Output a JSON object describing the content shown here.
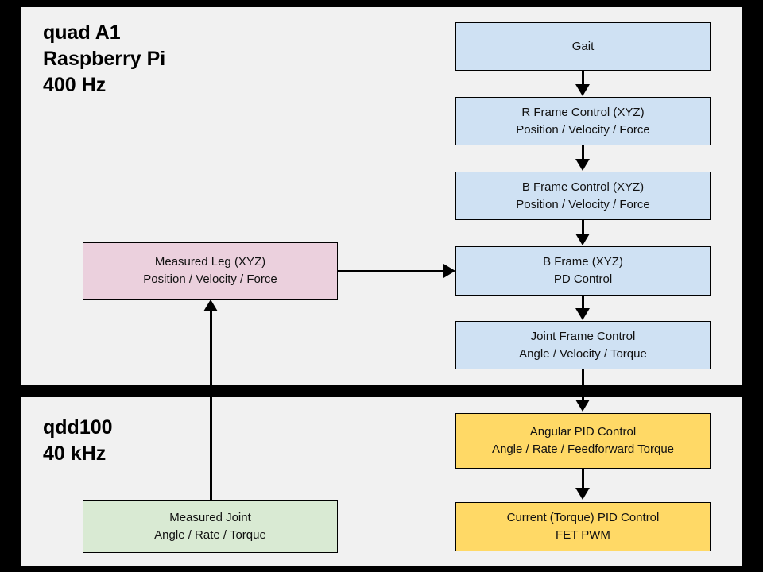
{
  "panels": {
    "top": {
      "title": "quad A1\nRaspberry Pi\n400 Hz",
      "title_lines": [
        "quad A1",
        "Raspberry Pi",
        "400 Hz"
      ]
    },
    "bottom": {
      "title": "qdd100\n40 kHz",
      "title_lines": [
        "qdd100",
        "40 kHz"
      ]
    }
  },
  "boxes": {
    "gait": {
      "line1": "Gait",
      "line2": "",
      "color": "#cfe1f3"
    },
    "r_frame_control": {
      "line1": "R Frame Control (XYZ)",
      "line2": "Position / Velocity / Force",
      "color": "#cfe1f3"
    },
    "b_frame_control": {
      "line1": "B Frame Control (XYZ)",
      "line2": "Position / Velocity / Force",
      "color": "#cfe1f3"
    },
    "b_frame_pd": {
      "line1": "B Frame (XYZ)",
      "line2": "PD Control",
      "color": "#cfe1f3"
    },
    "joint_frame": {
      "line1": "Joint Frame Control",
      "line2": "Angle / Velocity / Torque",
      "color": "#cfe1f3"
    },
    "angular_pid": {
      "line1": "Angular PID Control",
      "line2": "Angle / Rate / Feedforward Torque",
      "color": "#ffd966"
    },
    "current_pid": {
      "line1": "Current (Torque) PID Control",
      "line2": "FET PWM",
      "color": "#ffd966"
    },
    "measured_leg": {
      "line1": "Measured Leg (XYZ)",
      "line2": "Position / Velocity / Force",
      "color": "#ebd0dd"
    },
    "measured_joint": {
      "line1": "Measured Joint",
      "line2": "Angle / Rate / Torque",
      "color": "#d9ead3"
    }
  },
  "colors": {
    "background": "#000000",
    "panel": "#f1f1f1",
    "blue": "#cfe1f3",
    "yellow": "#ffd966",
    "pink": "#ebd0dd",
    "green": "#d9ead3",
    "stroke": "#000000"
  }
}
